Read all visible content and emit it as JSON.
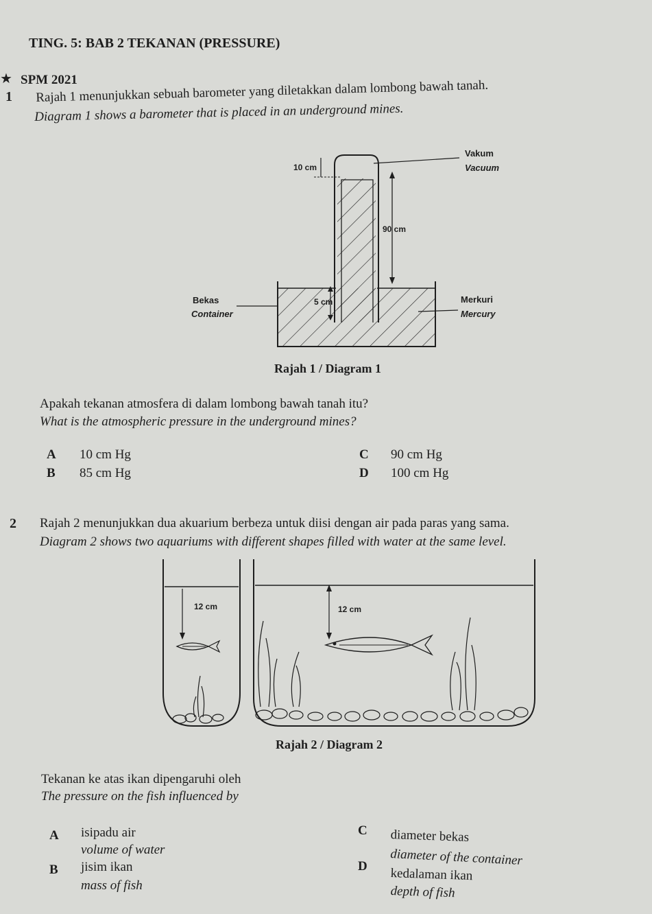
{
  "header": {
    "title": "TING. 5: BAB 2 TEKANAN (PRESSURE)",
    "exam_tag": "SPM 2021"
  },
  "q1": {
    "number": "1",
    "text_ms": "Rajah 1 menunjukkan sebuah barometer yang diletakkan dalam lombong bawah tanah.",
    "text_en": "Diagram 1 shows a barometer that is placed in an underground mines.",
    "diagram": {
      "label_vakum": "Vakum",
      "label_vacuum": "Vacuum",
      "label_10cm": "10 cm",
      "label_90cm": "90 cm",
      "label_5cm": "5 cm",
      "label_bekas": "Bekas",
      "label_container": "Container",
      "label_merkuri": "Merkuri",
      "label_mercury": "Mercury",
      "caption": "Rajah 1 / Diagram 1"
    },
    "question_ms": "Apakah tekanan atmosfera di dalam lombong bawah tanah itu?",
    "question_en": "What is the atmospheric pressure in the underground mines?",
    "options": {
      "A": {
        "letter": "A",
        "text": "10 cm Hg"
      },
      "B": {
        "letter": "B",
        "text": "85 cm Hg"
      },
      "C": {
        "letter": "C",
        "text": "90 cm Hg"
      },
      "D": {
        "letter": "D",
        "text": "100 cm Hg"
      }
    }
  },
  "q2": {
    "number": "2",
    "text_ms": "Rajah 2 menunjukkan dua akuarium berbeza untuk diisi dengan air pada paras yang sama.",
    "text_en": "Diagram 2 shows two aquariums with different shapes filled with water at the same level.",
    "diagram": {
      "label_left_12cm": "12 cm",
      "label_right_12cm": "12 cm",
      "caption": "Rajah 2 / Diagram 2"
    },
    "question_ms": "Tekanan ke atas ikan dipengaruhi oleh",
    "question_en": "The pressure on the fish influenced by",
    "options": {
      "A": {
        "letter": "A",
        "text_ms": "isipadu air",
        "text_en": "volume of water"
      },
      "B": {
        "letter": "B",
        "text_ms": "jisim ikan",
        "text_en": "mass of fish"
      },
      "C": {
        "letter": "C",
        "text_ms": "diameter bekas",
        "text_en": "diameter of the container"
      },
      "D": {
        "letter": "D",
        "text_ms": "kedalaman ikan",
        "text_en": "depth of fish"
      }
    }
  },
  "colors": {
    "paper": "#d9dad6",
    "ink": "#1e1e1e"
  }
}
